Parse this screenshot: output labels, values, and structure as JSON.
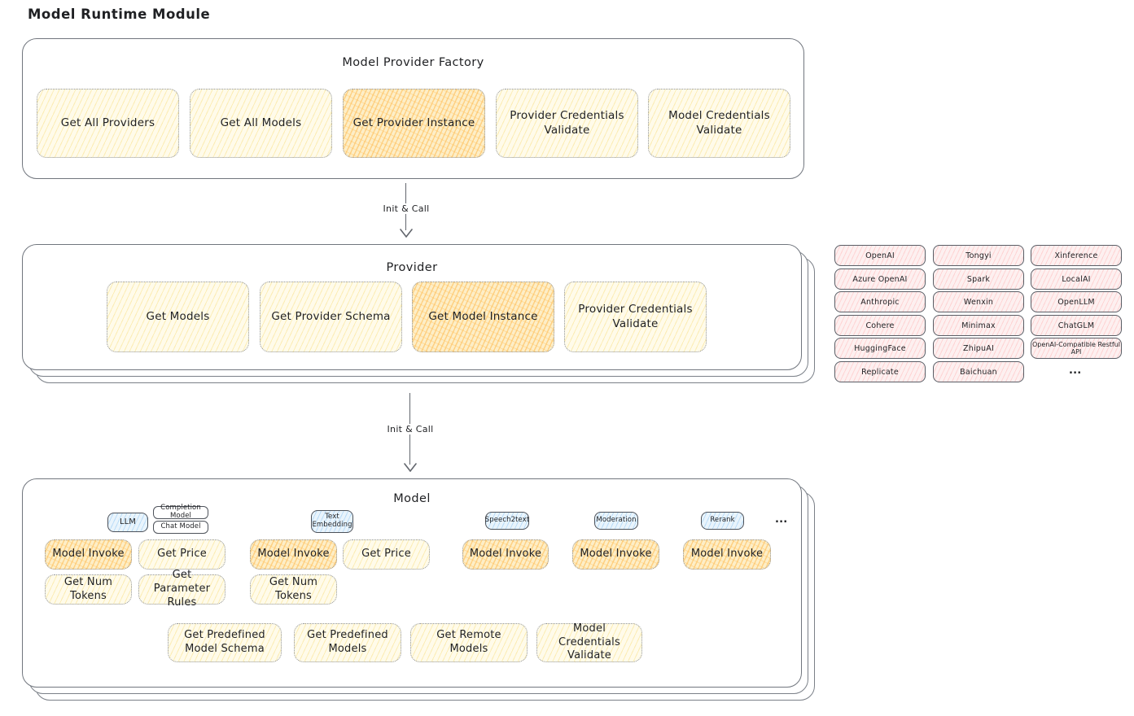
{
  "page": {
    "title": "Model Runtime Module"
  },
  "arrows": {
    "arrow1_label": "Init & Call",
    "arrow2_label": "Init & Call"
  },
  "factory": {
    "title": "Model Provider Factory",
    "buttons": [
      {
        "label": "Get All Providers"
      },
      {
        "label": "Get All Models"
      },
      {
        "label": "Get Provider Instance"
      },
      {
        "label": "Provider Credentials Validate"
      },
      {
        "label": "Model Credentials Validate"
      }
    ]
  },
  "provider": {
    "title": "Provider",
    "buttons": [
      {
        "label": "Get Models"
      },
      {
        "label": "Get Provider Schema"
      },
      {
        "label": "Get Model Instance"
      },
      {
        "label": "Provider Credentials Validate"
      }
    ]
  },
  "provider_list": {
    "items": [
      "OpenAI",
      "Tongyi",
      "Xinference",
      "Azure OpenAI",
      "Spark",
      "LocalAI",
      "Anthropic",
      "Wenxin",
      "OpenLLM",
      "Cohere",
      "Minimax",
      "ChatGLM",
      "HuggingFace",
      "ZhipuAI",
      "OpenAI-Compatible Restful API",
      "Replicate",
      "Baichuan"
    ],
    "more": "..."
  },
  "model": {
    "title": "Model",
    "tabs": {
      "llm": "LLM",
      "completion": "Completion Model",
      "chat": "Chat Model",
      "text_embedding": "Text Embedding",
      "speech2text": "Speech2text",
      "moderation": "Moderation",
      "rerank": "Rerank",
      "more": "..."
    },
    "buttons": {
      "llm_invoke": "Model Invoke",
      "llm_get_price": "Get Price",
      "llm_get_num_tokens": "Get Num Tokens",
      "llm_get_parameter_rules": "Get Parameter Rules",
      "te_invoke": "Model Invoke",
      "te_get_price": "Get Price",
      "te_get_num_tokens": "Get Num Tokens",
      "s2t_invoke": "Model Invoke",
      "moderation_invoke": "Model Invoke",
      "rerank_invoke": "Model Invoke",
      "get_predefined_model_schema": "Get Predefined Model Schema",
      "get_predefined_models": "Get Predefined Models",
      "get_remote_models": "Get Remote Models",
      "model_credentials_validate": "Model Credentials Validate"
    }
  },
  "colors": {
    "node_yellow": "#fffbea",
    "node_yellow_hatch": "#f8de7e",
    "node_highlight": "#fdeec7",
    "node_highlight_hatch": "#ffba4d",
    "provider_pink": "#fdf0f0",
    "provider_pink_hatch": "#ffb0b0",
    "tab_blue": "#e9f4fc",
    "tab_blue_hatch": "#8cc5f4",
    "outline": "#71767e",
    "text": "#1f2023"
  }
}
